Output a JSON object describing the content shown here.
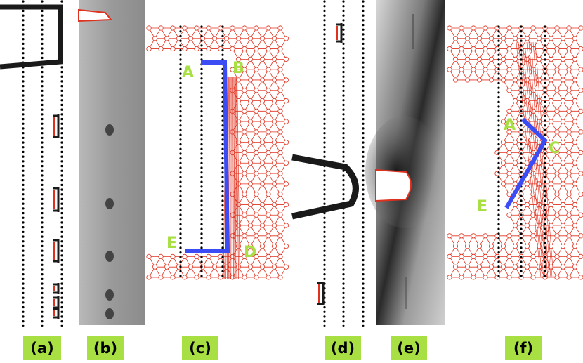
{
  "panels": [
    {
      "id": "a",
      "label": "(a)"
    },
    {
      "id": "b",
      "label": "(b)"
    },
    {
      "id": "c",
      "label": "(c)"
    },
    {
      "id": "d",
      "label": "(d)"
    },
    {
      "id": "e",
      "label": "(e)"
    },
    {
      "id": "f",
      "label": "(f)"
    }
  ],
  "point_labels_c": [
    "A",
    "B",
    "E",
    "D"
  ],
  "point_labels_f": [
    "A",
    "C",
    "E"
  ],
  "colors": {
    "label_bg": "#a8e043",
    "point_label": "#a8e043",
    "path": "#3b4cf5",
    "mesh": "#e0301e",
    "shape": "#1a1a1a",
    "dots": "#000000"
  }
}
